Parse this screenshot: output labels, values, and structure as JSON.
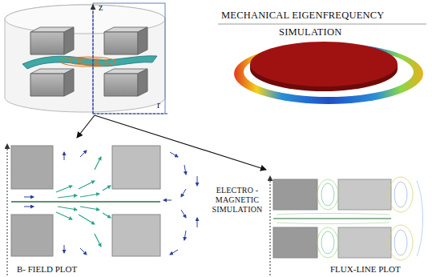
{
  "diagram": {
    "nodes": [
      {
        "text": [
          "B- FIELD PLOT"
        ]
      },
      {
        "text": [
          "FLUX-LINE PLOT"
        ]
      }
    ],
    "labels": [
      "z",
      "r",
      "MECHANICAL EIGENFREQUENCY",
      "SIMULATION",
      "ELECTRO - MAGNETIC SIMULATION"
    ]
  }
}
